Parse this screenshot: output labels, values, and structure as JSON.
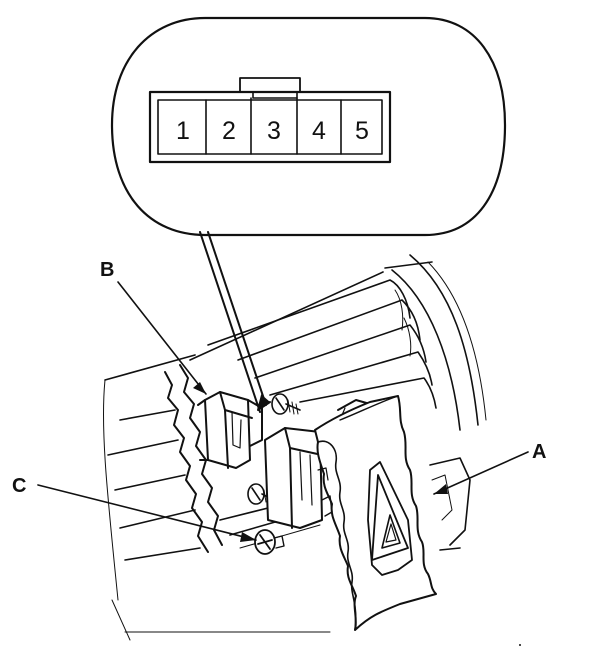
{
  "connector": {
    "pins": [
      "1",
      "2",
      "3",
      "4",
      "5"
    ]
  },
  "callouts": {
    "a": "A",
    "b": "B",
    "c": "C"
  },
  "colors": {
    "ink": "#111111",
    "paper": "#ffffff"
  }
}
